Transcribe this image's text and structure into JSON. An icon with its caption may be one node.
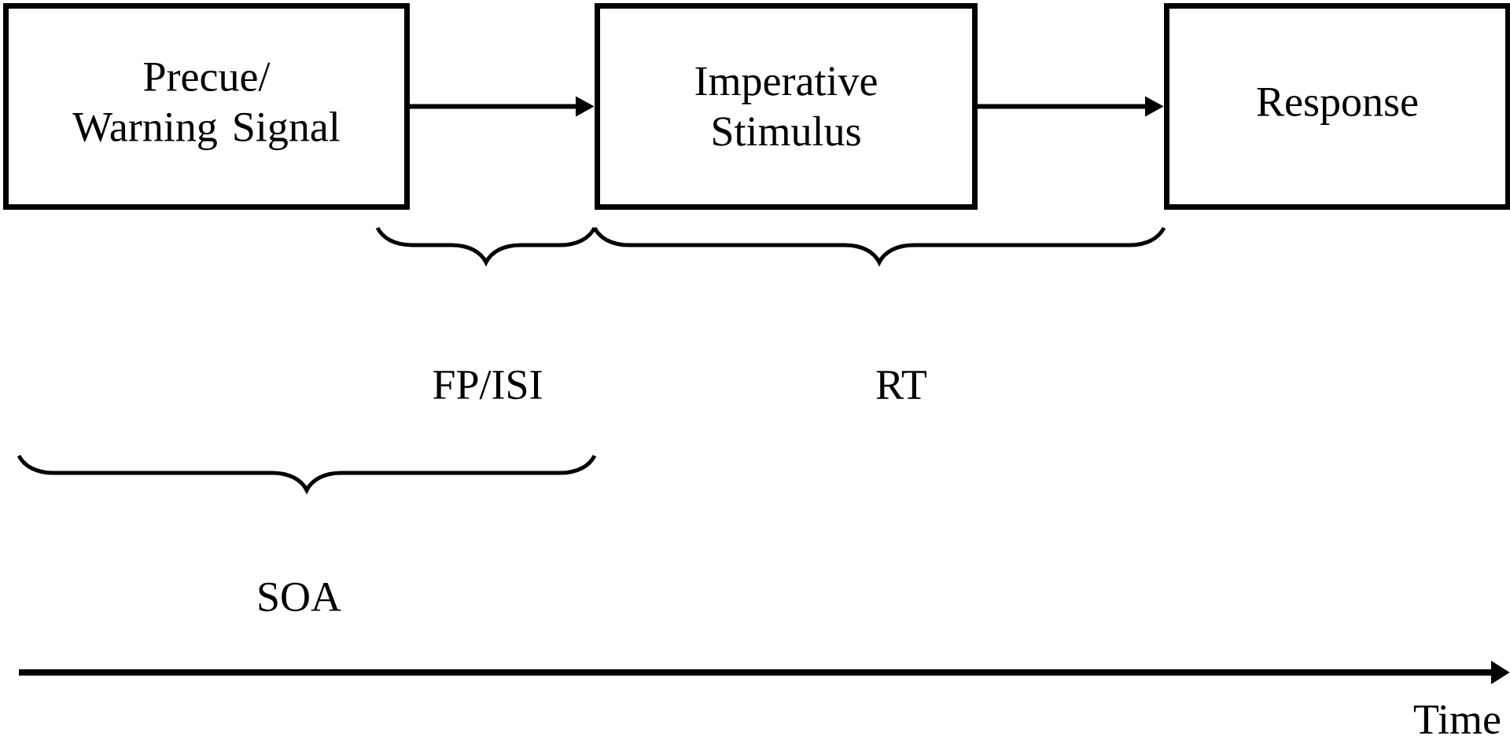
{
  "diagram": {
    "nodes": [
      {
        "text": [
          "Precue/ Warning Signal"
        ]
      },
      {
        "text": [
          "Imperative Stimulus"
        ]
      },
      {
        "text": [
          "Response"
        ]
      }
    ],
    "edges": [
      {
        "from": 0,
        "to": 1,
        "arrow": "to"
      },
      {
        "from": 1,
        "to": 2,
        "arrow": "to"
      }
    ],
    "labels": [
      "FP/ISI",
      "RT",
      "SOA",
      "Time"
    ]
  }
}
